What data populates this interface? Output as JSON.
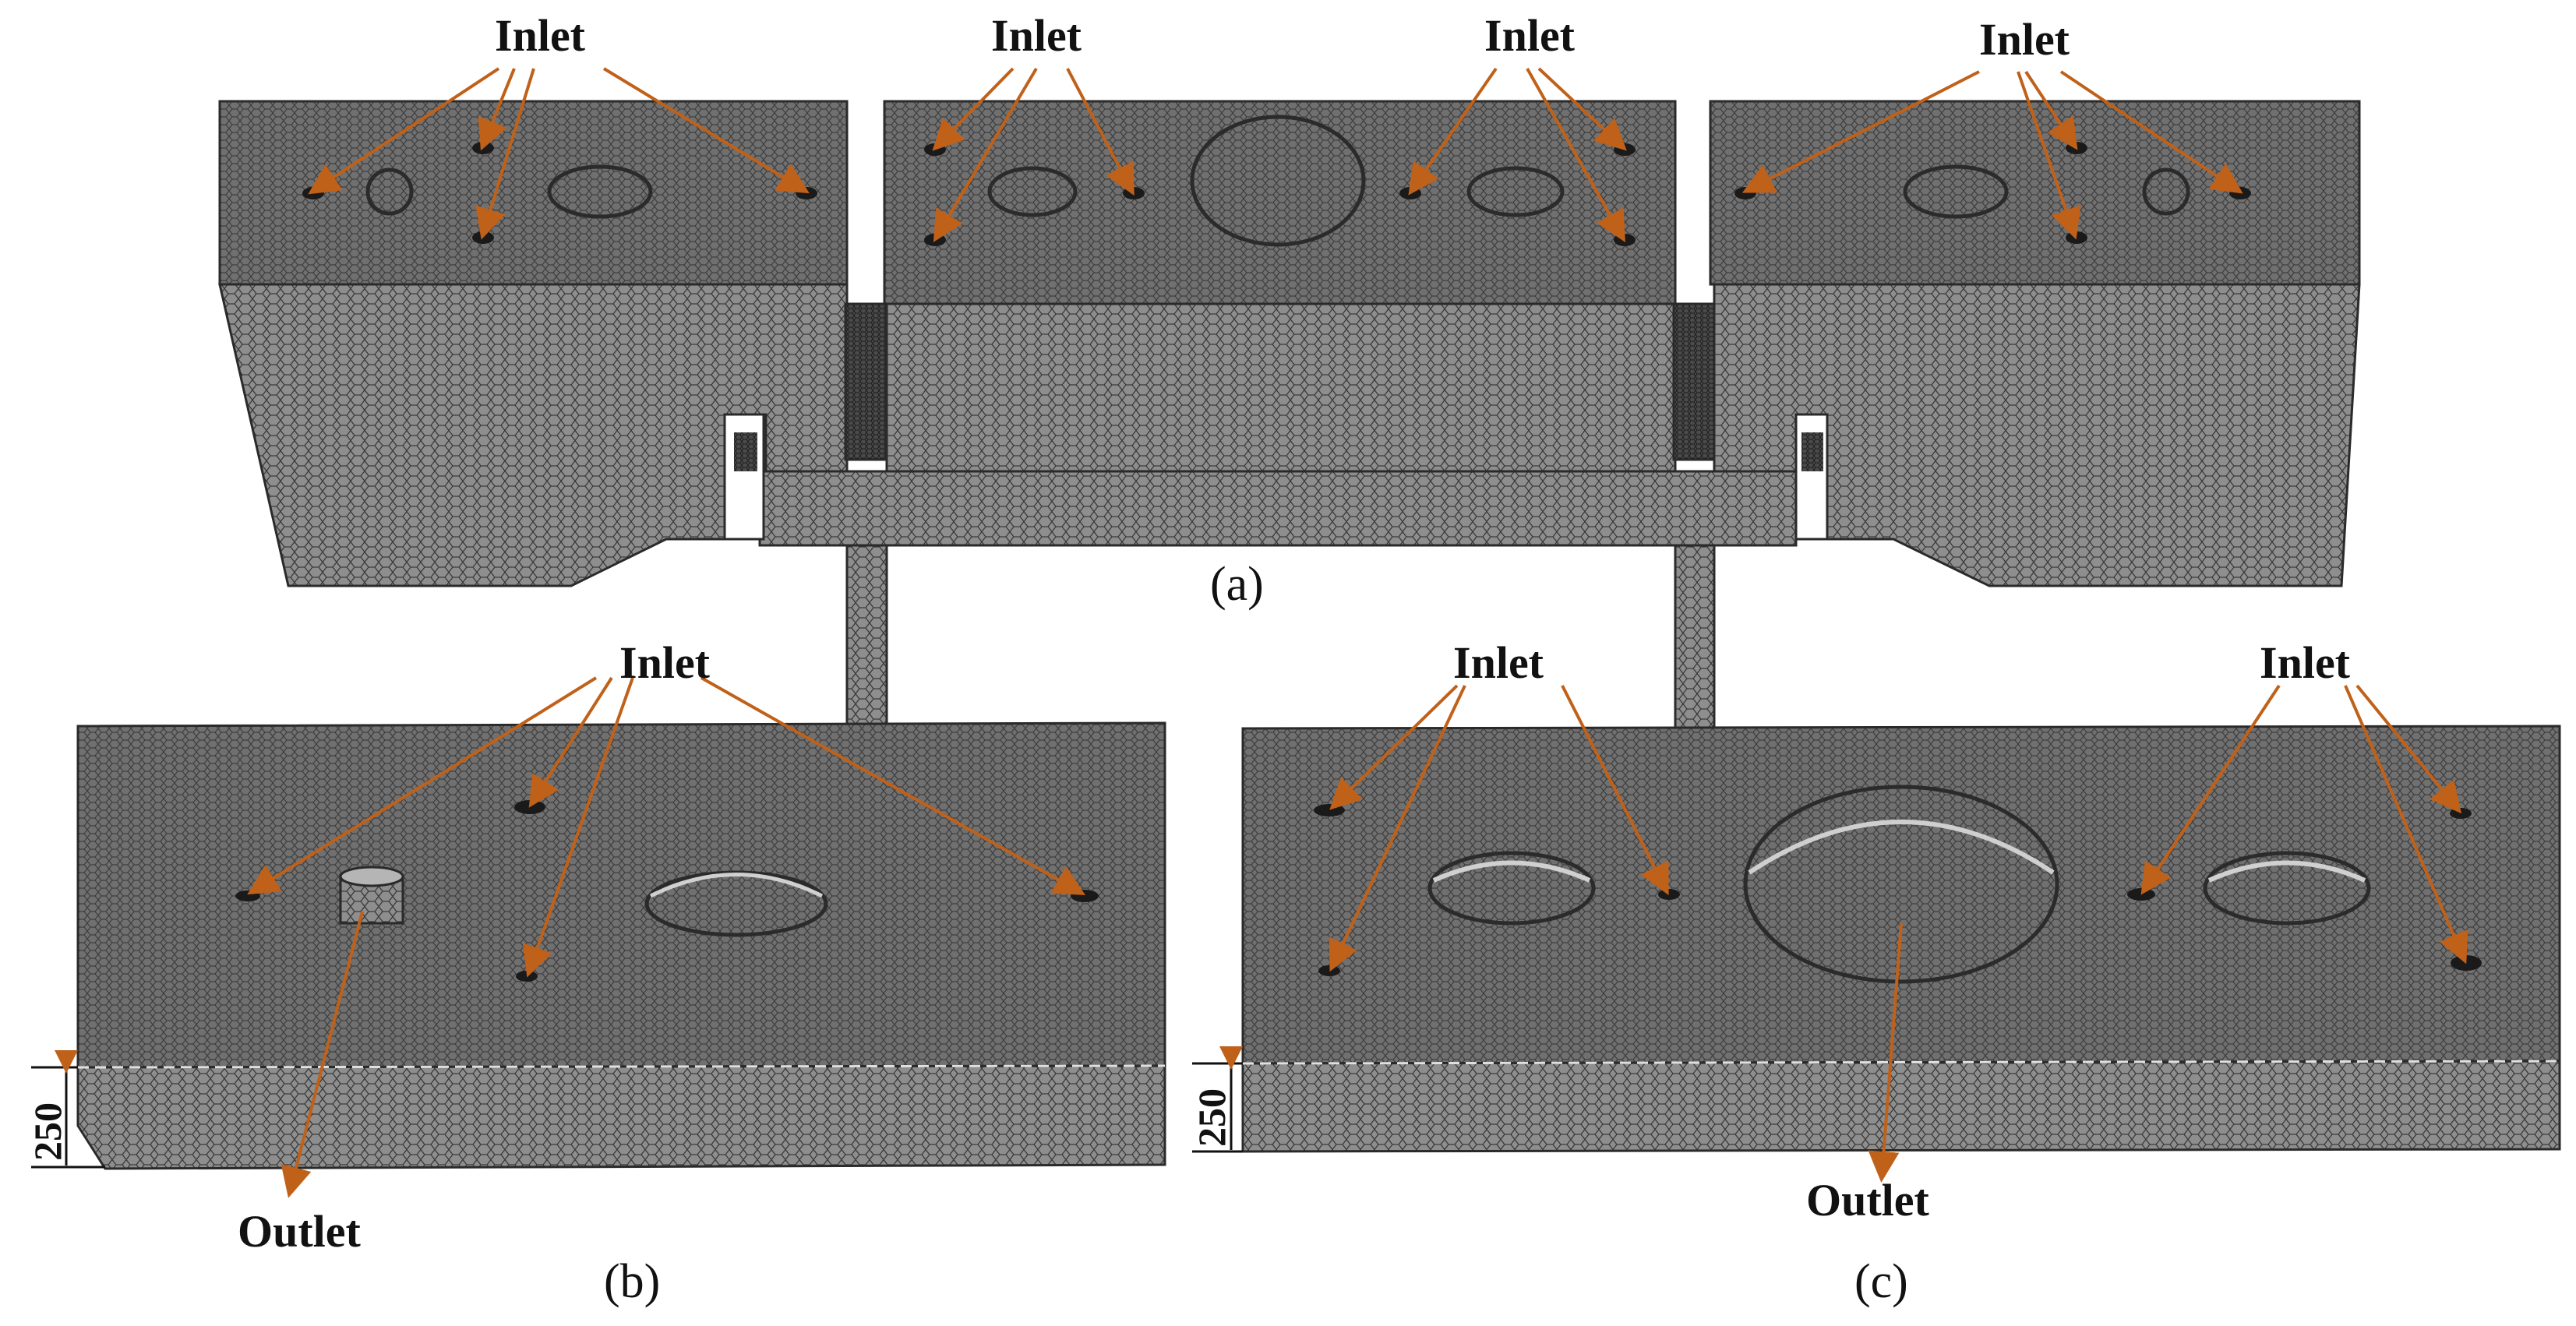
{
  "figure": {
    "panels": [
      {
        "id": "a",
        "caption": "(a)",
        "inlet_labels": [
          "Inlet",
          "Inlet",
          "Inlet",
          "Inlet"
        ]
      },
      {
        "id": "b",
        "caption": "(b)",
        "inlet_label": "Inlet",
        "outlet_label": "Outlet",
        "dimension": "250"
      },
      {
        "id": "c",
        "caption": "(c)",
        "inlet_labels": [
          "Inlet",
          "Inlet"
        ],
        "outlet_label": "Outlet",
        "dimension": "250"
      }
    ]
  },
  "colors": {
    "mesh_top": "#6f6f6f",
    "mesh_side": "#8c8c8c",
    "mesh_line": "#3a3a3a",
    "arrow": "#c0611a",
    "text": "#111111"
  }
}
